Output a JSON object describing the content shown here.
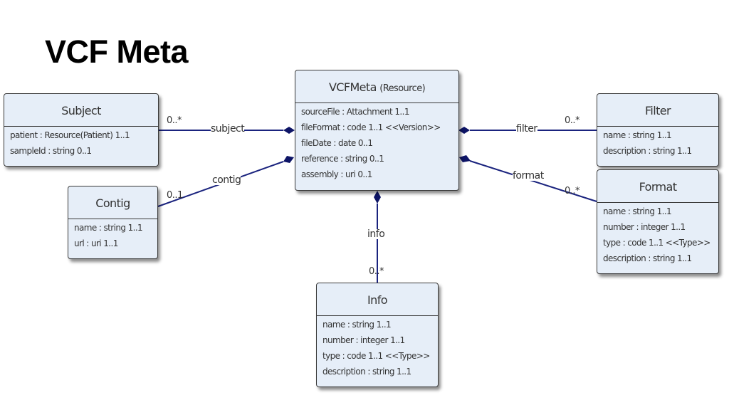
{
  "title": "VCF Meta",
  "classes": {
    "vcfmeta": {
      "name": "VCFMeta",
      "stereotype": "(Resource)",
      "attributes": [
        "sourceFile : Attachment 1..1",
        "fileFormat : code 1..1 <<Version>>",
        "fileDate : date 0..1",
        "reference : string 0..1",
        "assembly : uri 0..1"
      ]
    },
    "subject": {
      "name": "Subject",
      "attributes": [
        "patient : Resource(Patient) 1..1",
        "sampleId : string 0..1"
      ]
    },
    "contig": {
      "name": "Contig",
      "attributes": [
        "name : string 1..1",
        "url : uri 1..1"
      ]
    },
    "filter": {
      "name": "Filter",
      "attributes": [
        "name : string 1..1",
        "description : string 1..1"
      ]
    },
    "format": {
      "name": "Format",
      "attributes": [
        "name : string 1..1",
        "number : integer 1..1",
        "type : code 1..1 <<Type>>",
        "description : string 1..1"
      ]
    },
    "info": {
      "name": "Info",
      "attributes": [
        "name : string 1..1",
        "number : integer 1..1",
        "type : code 1..1 <<Type>>",
        "description : string 1..1"
      ]
    }
  },
  "associations": {
    "subject": {
      "label": "subject",
      "multiplicity": "0..*"
    },
    "contig": {
      "label": "contig",
      "multiplicity": "0..1"
    },
    "filter": {
      "label": "filter",
      "multiplicity": "0..*"
    },
    "format": {
      "label": "format",
      "multiplicity": "0..*"
    },
    "info": {
      "label": "info",
      "multiplicity": "0..*"
    }
  },
  "colors": {
    "box_fill": "#e6eef8",
    "box_border": "#3a3a3a",
    "association_line": "#1a237e",
    "text": "#333333"
  }
}
